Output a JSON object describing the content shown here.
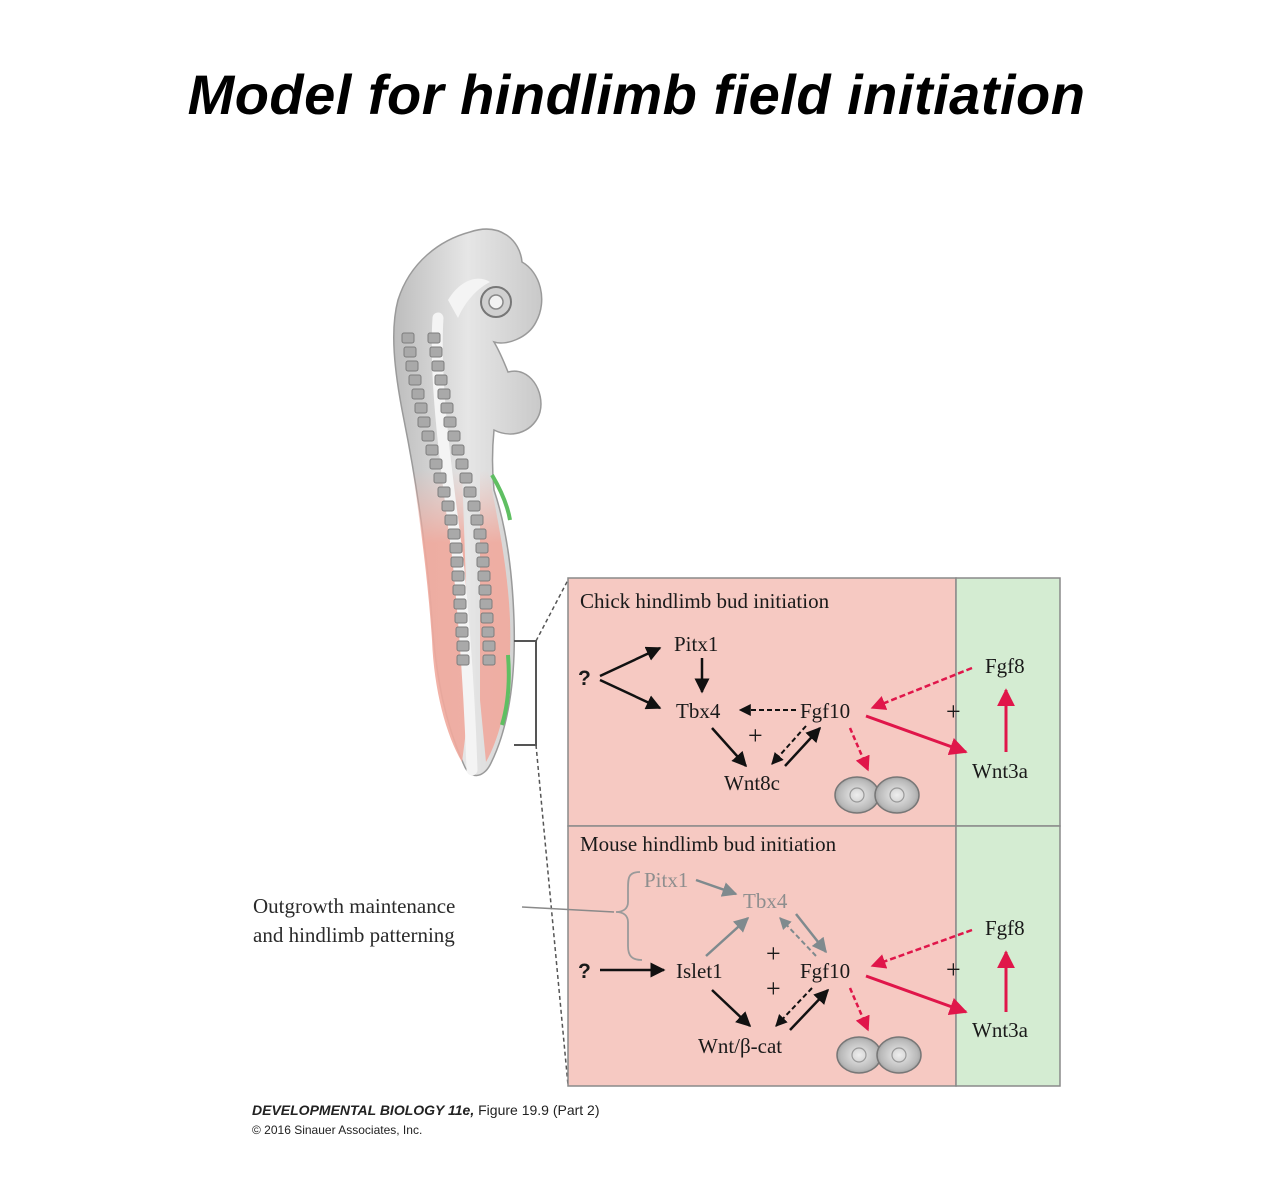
{
  "title": "Model for hindlimb field initiation",
  "colors": {
    "panel_pink": "#f6c9c2",
    "panel_green": "#d4ecd2",
    "arrow_red": "#e0164a",
    "text_gray": "#8e8e8e",
    "lateral_green": "#5fbf62"
  },
  "chick_panel": {
    "heading": "Chick hindlimb bud initiation",
    "question": "?",
    "pitx1": "Pitx1",
    "tbx4": "Tbx4",
    "fgf10": "Fgf10",
    "wnt8c": "Wnt8c",
    "fgf8": "Fgf8",
    "wnt3a": "Wnt3a",
    "plus_left": "+",
    "plus_right": "+"
  },
  "mouse_panel": {
    "heading": "Mouse hindlimb bud initiation",
    "question": "?",
    "pitx1": "Pitx1",
    "tbx4": "Tbx4",
    "islet1": "Islet1",
    "fgf10": "Fgf10",
    "wnt_bcat": "Wnt/β-cat",
    "fgf8": "Fgf8",
    "wnt3a": "Wnt3a",
    "plus_upper": "+",
    "plus_lower": "+",
    "plus_right": "+"
  },
  "callout": {
    "line1": "Outgrowth maintenance",
    "line2": "and hindlimb patterning"
  },
  "credit": {
    "source": "DEVELOPMENTAL BIOLOGY 11e,",
    "figure": " Figure 19.9 (Part 2)",
    "copyright": "© 2016 Sinauer Associates, Inc."
  }
}
